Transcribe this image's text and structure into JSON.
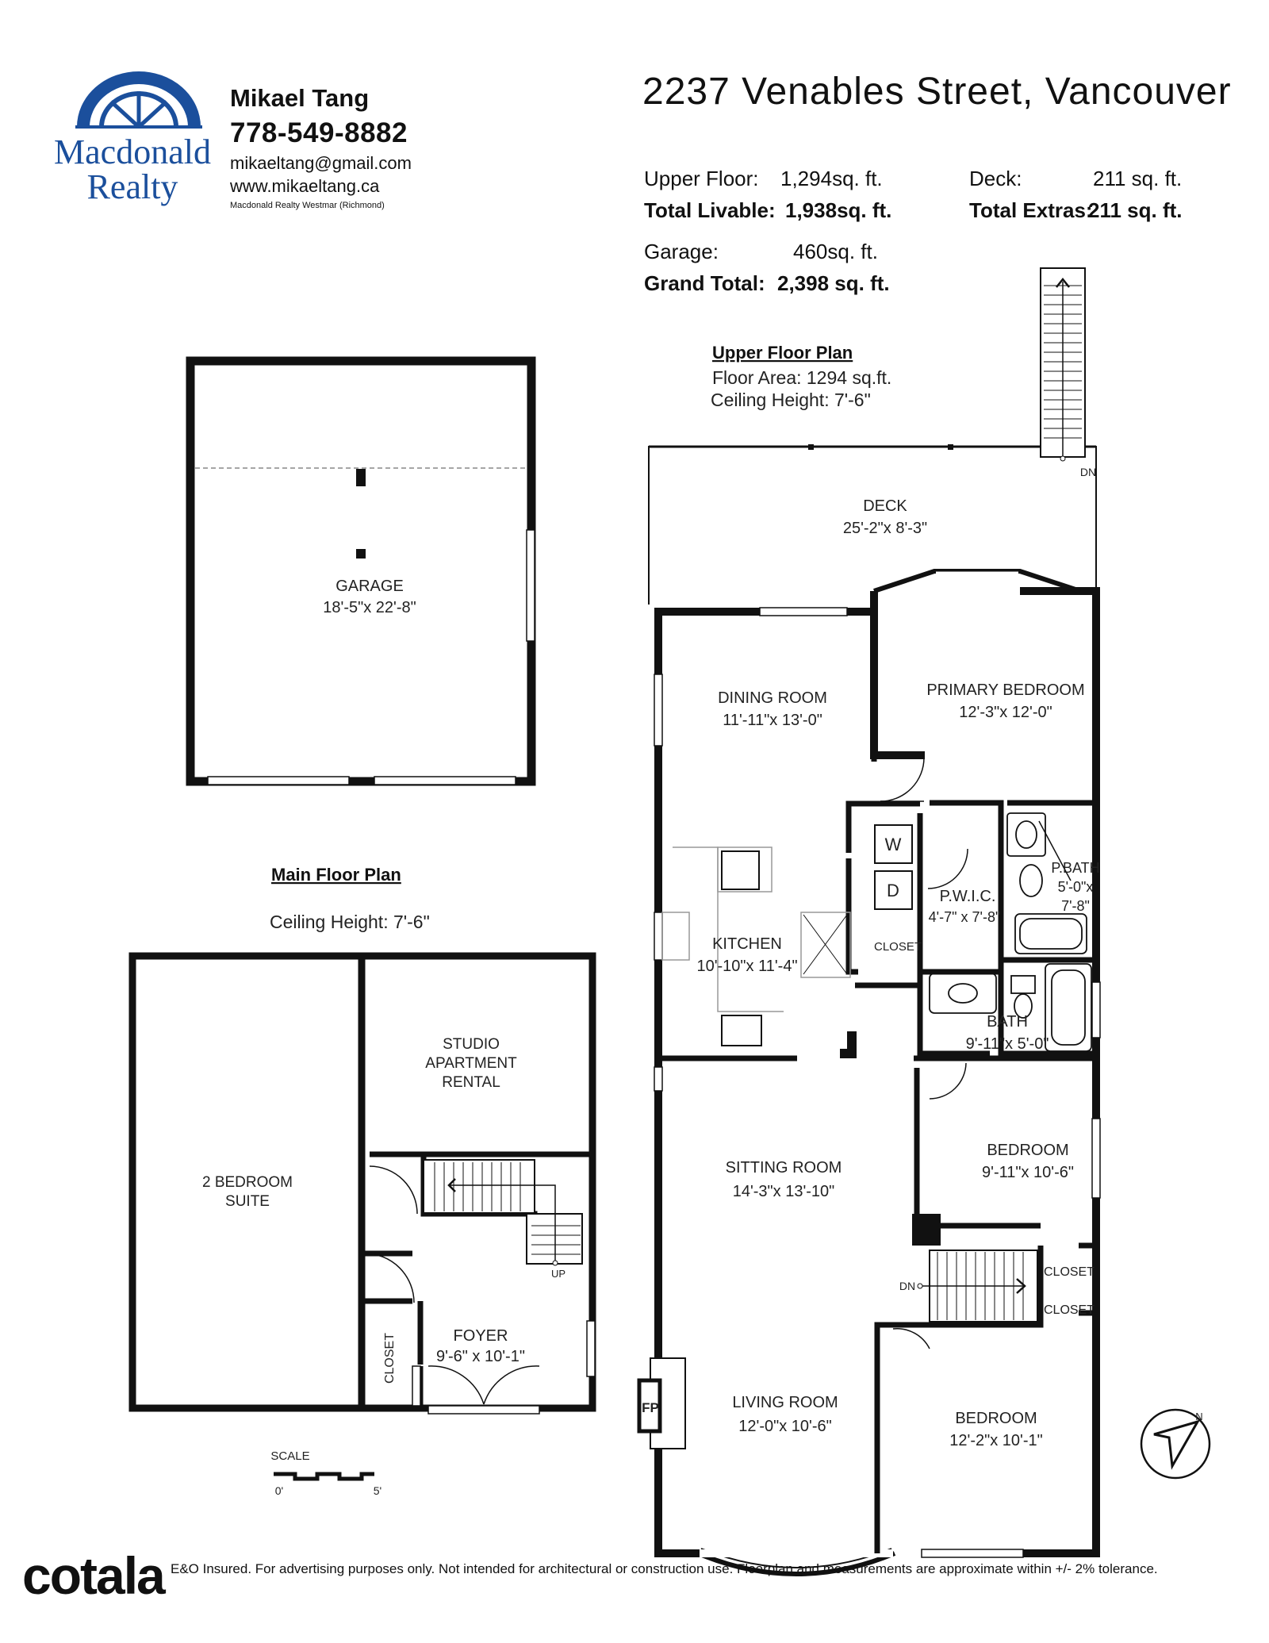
{
  "logo": {
    "line1": "Macdonald",
    "line2": "Realty",
    "color": "#1b4f9c"
  },
  "agent": {
    "name": "Mikael Tang",
    "phone": "778-549-8882",
    "email": "mikaeltang@gmail.com",
    "website": "www.mikaeltang.ca",
    "office": "Macdonald Realty Westmar (Richmond)"
  },
  "address": "2237 Venables Street, Vancouver",
  "areas": {
    "upper_floor": {
      "label": "Upper Floor:",
      "value": "1,294sq. ft."
    },
    "total_livable": {
      "label": "Total Livable:",
      "value": "1,938sq. ft."
    },
    "garage": {
      "label": "Garage:",
      "value": "460sq. ft."
    },
    "grand_total": {
      "label": "Grand Total:",
      "value": "2,398 sq. ft."
    },
    "deck": {
      "label": "Deck:",
      "value": "211 sq. ft."
    },
    "total_extras": {
      "label": "Total Extras:",
      "value": "211 sq. ft."
    }
  },
  "upper_plan": {
    "title": "Upper Floor Plan",
    "floor_area": "Floor Area: 1294 sq.ft.",
    "ceiling": "Ceiling Height: 7'-6\""
  },
  "main_plan": {
    "title": "Main Floor Plan",
    "ceiling": "Ceiling Height: 7'-6\""
  },
  "rooms": {
    "garage": {
      "name": "GARAGE",
      "dim": "18'-5\"x 22'-8\""
    },
    "deck": {
      "name": "DECK",
      "dim": "25'-2\"x 8'-3\""
    },
    "dining": {
      "name": "DINING ROOM",
      "dim": "11'-11\"x 13'-0\""
    },
    "primary_bedroom": {
      "name": "PRIMARY BEDROOM",
      "dim": "12'-3\"x 12'-0\""
    },
    "pwic": {
      "name": "P.W.I.C.",
      "dim": "4'-7\" x 7'-8\""
    },
    "pbath": {
      "name": "P.BATH",
      "dim1": "5'-0\"x",
      "dim2": "7'-8\""
    },
    "kitchen": {
      "name": "KITCHEN",
      "dim": "10'-10\"x 11'-4\""
    },
    "closet_kitchen": "CLOSET",
    "bath": {
      "name": "BATH",
      "dim": "9'-11\"x 5'-0\""
    },
    "sitting": {
      "name": "SITTING ROOM",
      "dim": "14'-3\"x 13'-10\""
    },
    "bedroom1": {
      "name": "BEDROOM",
      "dim": "9'-11\"x 10'-6\""
    },
    "closet1": "CLOSET",
    "closet2": "CLOSET",
    "living": {
      "name": "LIVING ROOM",
      "dim": "12'-0\"x 10'-6\""
    },
    "bedroom2": {
      "name": "BEDROOM",
      "dim": "12'-2\"x 10'-1\""
    },
    "studio": {
      "line1": "STUDIO",
      "line2": "APARTMENT",
      "line3": "RENTAL"
    },
    "suite": {
      "line1": "2 BEDROOM",
      "line2": "SUITE"
    },
    "foyer": {
      "name": "FOYER",
      "dim": "9'-6\" x 10'-1\""
    },
    "closet_foyer": "CLOSET"
  },
  "markers": {
    "washer": "W",
    "dryer": "D",
    "fireplace": "FP",
    "stair_up": "UP",
    "stair_dn_deck": "DN",
    "stair_dn_main": "DN",
    "compass": "N"
  },
  "scale": {
    "label": "SCALE",
    "start": "0'",
    "end": "5'"
  },
  "footer": {
    "brand": "cotala",
    "disclaimer": "E&O Insured. For advertising purposes only. Not intended for architectural or construction use. Floorplan and measurements are approximate within +/- 2% tolerance."
  }
}
